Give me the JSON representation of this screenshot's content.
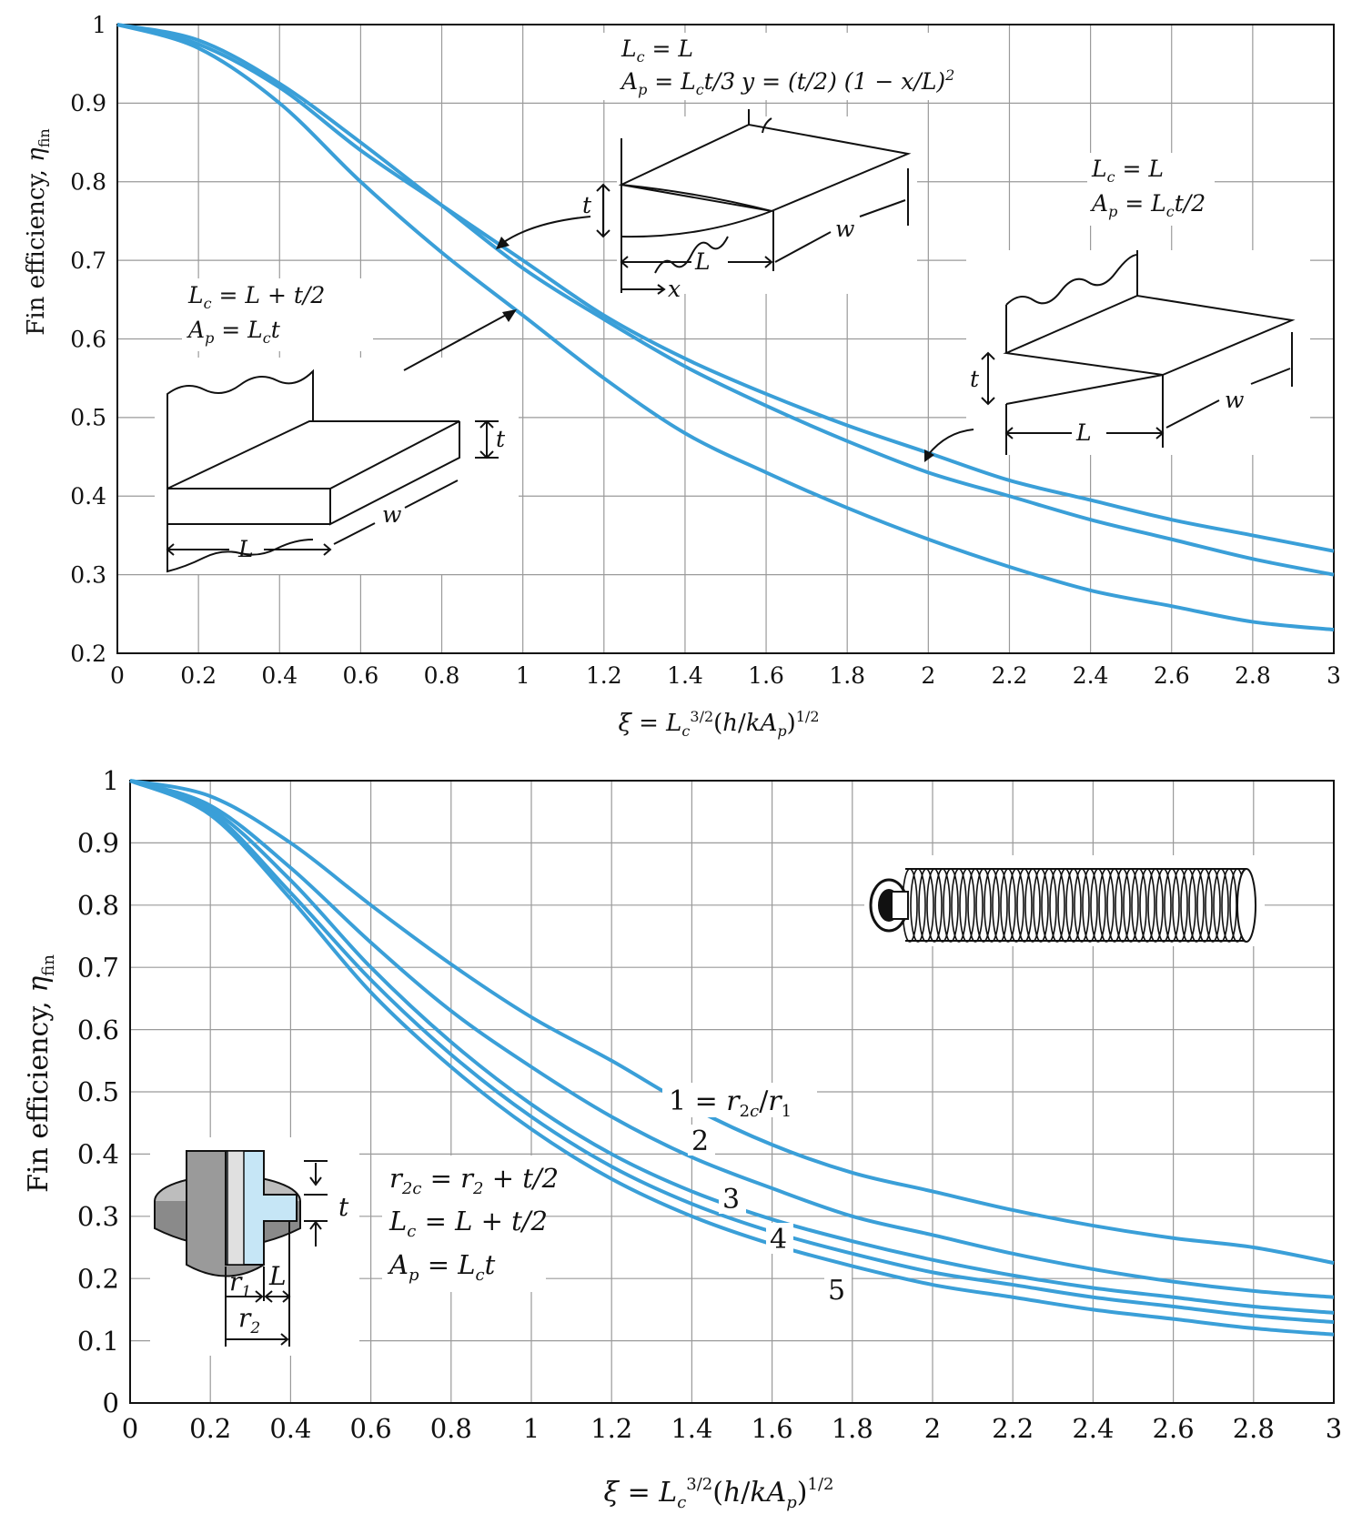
{
  "chart_data": [
    {
      "type": "line",
      "title": "",
      "xlabel": "ξ = Lc^3/2(h/kAp)^1/2",
      "ylabel": "Fin efficiency, ηfin",
      "xlim": [
        0,
        3
      ],
      "ylim": [
        0.2,
        1
      ],
      "x_ticks": [
        "0",
        "0.2",
        "0.4",
        "0.6",
        "0.8",
        "1",
        "1.2",
        "1.4",
        "1.6",
        "1.8",
        "2",
        "2.2",
        "2.4",
        "2.6",
        "2.8",
        "3"
      ],
      "y_ticks": [
        "0.2",
        "0.3",
        "0.4",
        "0.5",
        "0.6",
        "0.7",
        "0.8",
        "0.9",
        "1"
      ],
      "grid": true,
      "x": [
        0,
        0.2,
        0.4,
        0.6,
        0.8,
        1.0,
        1.2,
        1.4,
        1.6,
        1.8,
        2.0,
        2.2,
        2.4,
        2.6,
        2.8,
        3.0
      ],
      "series": [
        {
          "name": "",
          "values": [
            1.0,
            0.98,
            0.925,
            0.85,
            0.77,
            0.69,
            0.625,
            0.565,
            0.515,
            0.47,
            0.43,
            0.4,
            0.37,
            0.345,
            0.32,
            0.3
          ]
        },
        {
          "name": "",
          "values": [
            1.0,
            0.975,
            0.92,
            0.84,
            0.77,
            0.7,
            0.63,
            0.575,
            0.53,
            0.49,
            0.455,
            0.42,
            0.395,
            0.37,
            0.35,
            0.33
          ]
        },
        {
          "name": "",
          "values": [
            1.0,
            0.97,
            0.9,
            0.8,
            0.71,
            0.63,
            0.55,
            0.48,
            0.43,
            0.385,
            0.345,
            0.31,
            0.28,
            0.26,
            0.24,
            0.23
          ]
        }
      ],
      "annotations": {
        "fin_parabolic": [
          "Lc = L",
          "Ap = Lct/3",
          "y = (t/2) (1 − x/L)2"
        ],
        "fin_triangular": [
          "Lc = L",
          "Ap = Lct/2"
        ],
        "fin_rectangular": [
          "Lc = L + t/2",
          "Ap = Lct"
        ],
        "dims": {
          "t": "t",
          "w": "w",
          "L": "L",
          "x": "x"
        }
      }
    },
    {
      "type": "line",
      "title": "",
      "xlabel": "ξ = Lc^3/2(h/kAp)^1/2",
      "ylabel": "Fin efficiency, ηfin",
      "xlim": [
        0,
        3
      ],
      "ylim": [
        0,
        1
      ],
      "x_ticks": [
        "0",
        "0.2",
        "0.4",
        "0.6",
        "0.8",
        "1",
        "1.2",
        "1.4",
        "1.6",
        "1.8",
        "2",
        "2.2",
        "2.4",
        "2.6",
        "2.8",
        "3"
      ],
      "y_ticks": [
        "0",
        "0.1",
        "0.2",
        "0.3",
        "0.4",
        "0.5",
        "0.6",
        "0.7",
        "0.8",
        "0.9",
        "1"
      ],
      "grid": true,
      "x": [
        0,
        0.2,
        0.4,
        0.6,
        0.8,
        1.0,
        1.2,
        1.4,
        1.6,
        1.8,
        2.0,
        2.2,
        2.4,
        2.6,
        2.8,
        3.0
      ],
      "series": [
        {
          "name": "1 = r2c/r1",
          "values": [
            1.0,
            0.975,
            0.9,
            0.8,
            0.705,
            0.62,
            0.55,
            0.475,
            0.415,
            0.37,
            0.34,
            0.31,
            0.285,
            0.265,
            0.25,
            0.225
          ]
        },
        {
          "name": "2",
          "values": [
            1.0,
            0.96,
            0.86,
            0.74,
            0.63,
            0.54,
            0.46,
            0.395,
            0.345,
            0.3,
            0.27,
            0.24,
            0.215,
            0.195,
            0.18,
            0.17
          ]
        },
        {
          "name": "3",
          "values": [
            1.0,
            0.955,
            0.84,
            0.7,
            0.58,
            0.48,
            0.4,
            0.34,
            0.295,
            0.26,
            0.23,
            0.205,
            0.185,
            0.17,
            0.155,
            0.145
          ]
        },
        {
          "name": "4",
          "values": [
            1.0,
            0.95,
            0.82,
            0.68,
            0.56,
            0.46,
            0.38,
            0.32,
            0.275,
            0.24,
            0.21,
            0.19,
            0.17,
            0.155,
            0.14,
            0.13
          ]
        },
        {
          "name": "5",
          "values": [
            1.0,
            0.945,
            0.81,
            0.66,
            0.54,
            0.44,
            0.36,
            0.3,
            0.255,
            0.22,
            0.19,
            0.17,
            0.15,
            0.135,
            0.12,
            0.11
          ]
        }
      ],
      "annotations": {
        "defs": [
          "r2c = r2 + t/2",
          "Lc = L + t/2",
          "Ap = Lct"
        ],
        "dims": {
          "t": "t",
          "L": "L",
          "r1": "r1",
          "r2": "r2"
        }
      }
    }
  ]
}
